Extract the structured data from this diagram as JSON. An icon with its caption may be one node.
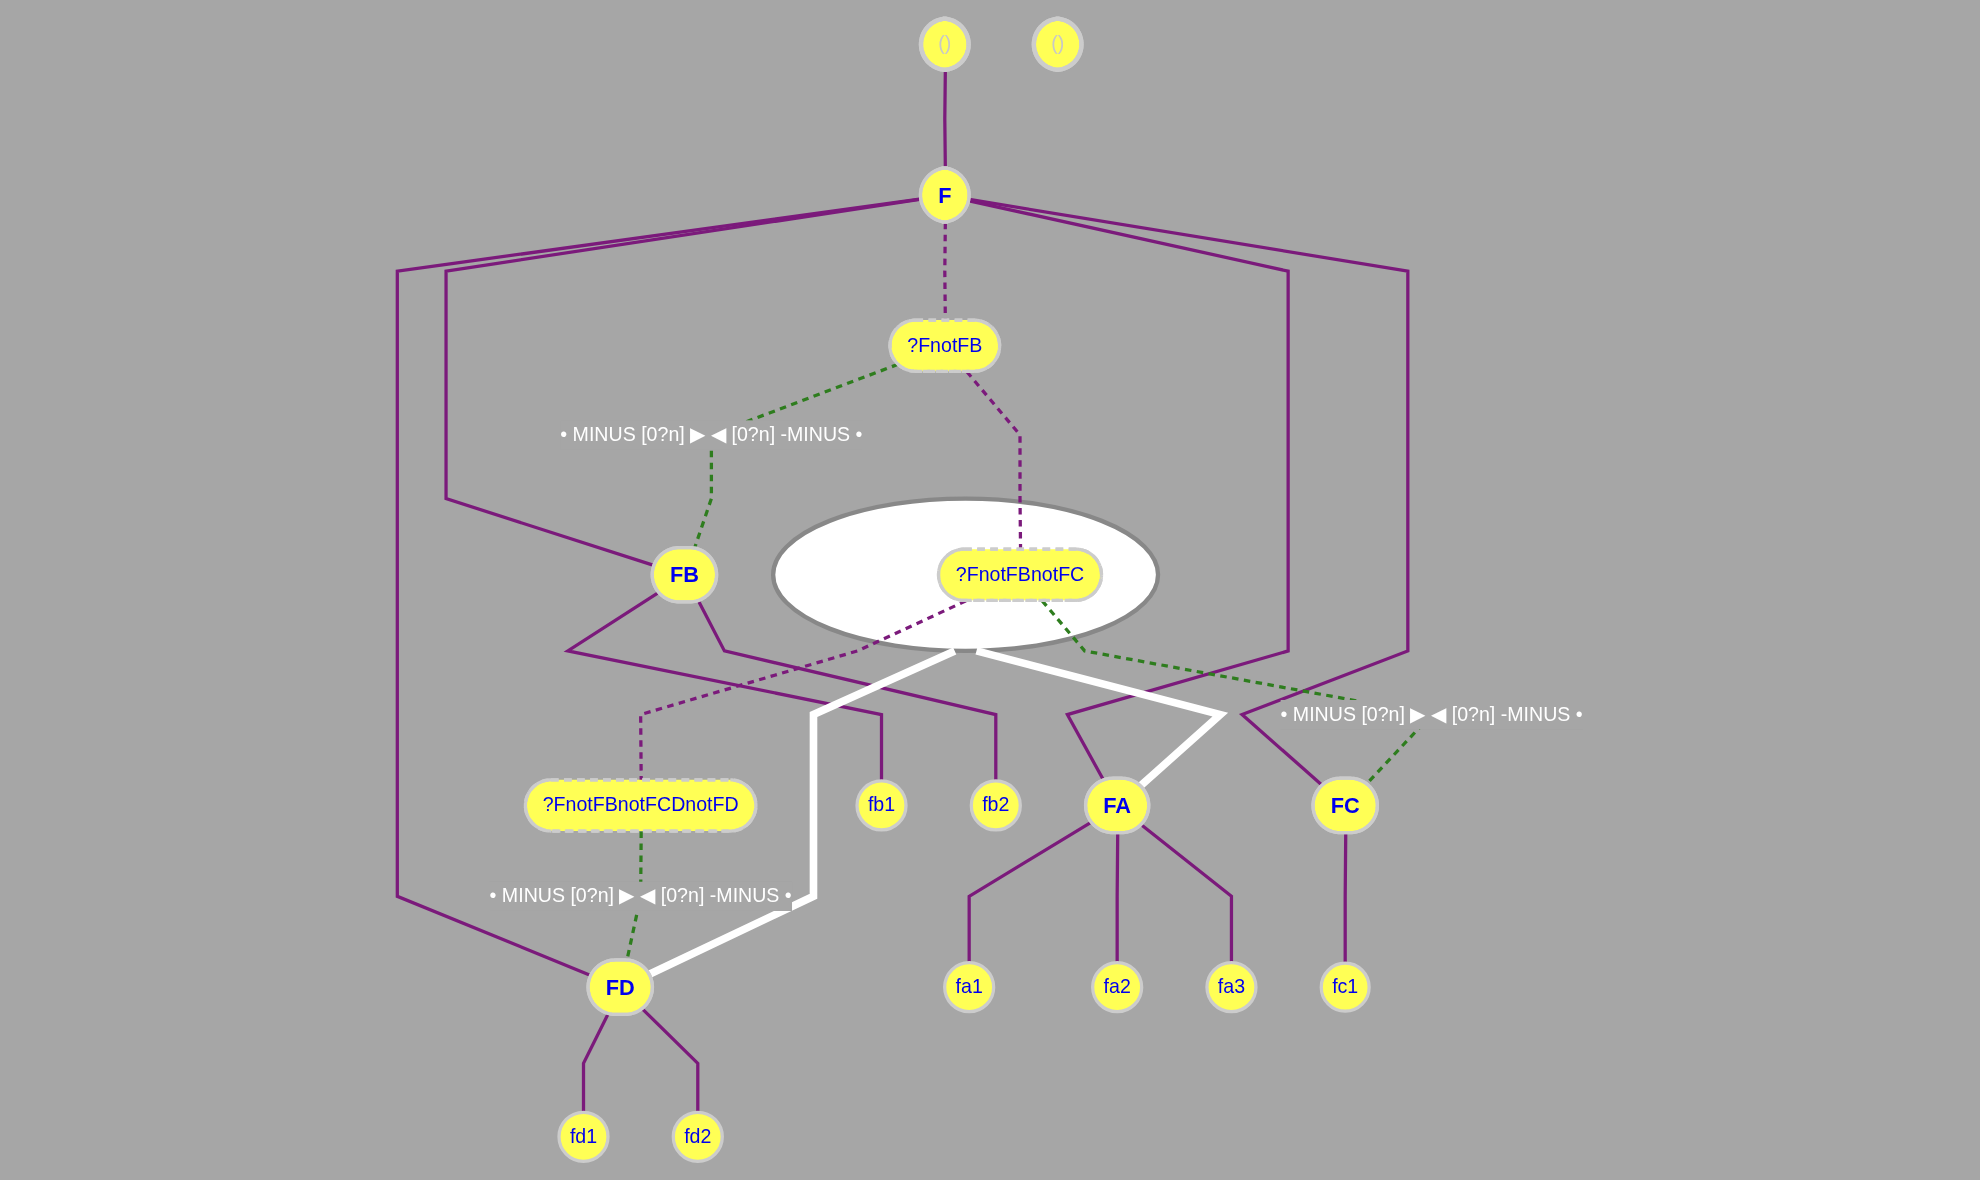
{
  "diagram": {
    "nodes": [
      {
        "text": [
          "()"
        ]
      },
      {
        "text": [
          "F"
        ]
      },
      {
        "text": [
          "?FnotFB"
        ]
      },
      {
        "text": [],
        "shape": "circle"
      },
      {
        "text": [
          "?FnotFBnotFC"
        ],
        "in": 3
      },
      {
        "text": [
          "?FnotFBnotFCDnotFD"
        ]
      },
      {
        "text": [
          "FA"
        ]
      },
      {
        "text": [
          "FB"
        ]
      },
      {
        "text": [
          "FC"
        ]
      },
      {
        "text": [
          "FD"
        ]
      },
      {
        "text": [
          "fa1"
        ]
      },
      {
        "text": [
          "fa2"
        ]
      },
      {
        "text": [
          "fa3"
        ]
      },
      {
        "text": [
          "fb1"
        ]
      },
      {
        "text": [
          "fb2"
        ]
      },
      {
        "text": [
          "fc1"
        ]
      },
      {
        "text": [
          "fd1"
        ]
      },
      {
        "text": [
          "fd2"
        ]
      },
      {
        "text": [
          "()"
        ]
      }
    ],
    "edges": [
      {
        "from": 0,
        "to": 1,
        "arrow": "none"
      },
      {
        "from": 1,
        "to": 2,
        "arrow": "none",
        "style": "dashed"
      },
      {
        "from": 1,
        "to": 6,
        "arrow": "none"
      },
      {
        "from": 1,
        "to": 7,
        "arrow": "none"
      },
      {
        "from": 1,
        "to": 8,
        "arrow": "none"
      },
      {
        "from": 1,
        "to": 9,
        "arrow": "none"
      },
      {
        "from": 2,
        "to": 4,
        "arrow": "none",
        "style": "dashed"
      },
      {
        "from": 4,
        "to": 5,
        "arrow": "none",
        "style": "dashed"
      },
      {
        "from": 3,
        "to": 6,
        "arrow": "none",
        "style": "thick",
        "color": "#ffffff"
      },
      {
        "from": 3,
        "to": 9,
        "arrow": "none",
        "style": "thick",
        "color": "#ffffff"
      },
      {
        "from": 2,
        "to": 7,
        "arrow": "none",
        "style": "dashed",
        "color": "#2e7d1e",
        "label": "• MINUS [0?n] ▶ ◀ [0?n] -MINUS •"
      },
      {
        "from": 4,
        "to": 8,
        "arrow": "none",
        "style": "dashed",
        "color": "#2e7d1e",
        "label": "• MINUS [0?n] ▶ ◀ [0?n] -MINUS •"
      },
      {
        "from": 5,
        "to": 9,
        "arrow": "none",
        "style": "dashed",
        "color": "#2e7d1e",
        "label": "• MINUS [0?n] ▶ ◀ [0?n] -MINUS •"
      },
      {
        "from": 6,
        "to": 10,
        "arrow": "none"
      },
      {
        "from": 6,
        "to": 11,
        "arrow": "none"
      },
      {
        "from": 6,
        "to": 12,
        "arrow": "none"
      },
      {
        "from": 7,
        "to": 13,
        "arrow": "none"
      },
      {
        "from": 7,
        "to": 14,
        "arrow": "none"
      },
      {
        "from": 8,
        "to": 15,
        "arrow": "none"
      },
      {
        "from": 9,
        "to": 16,
        "arrow": "none"
      },
      {
        "from": 9,
        "to": 17,
        "arrow": "none"
      }
    ]
  }
}
